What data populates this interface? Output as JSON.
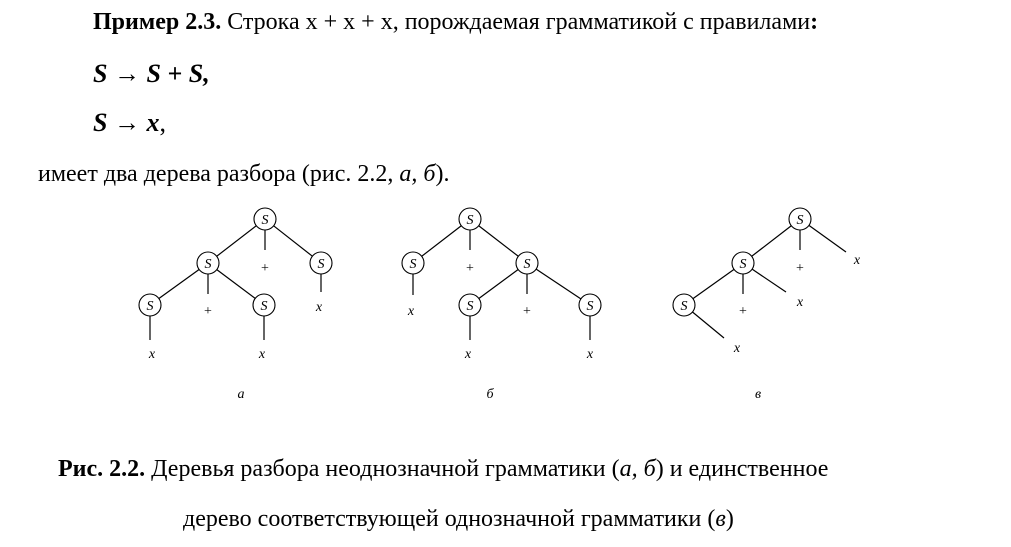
{
  "example": {
    "heading": "Пример 2.3.",
    "text": " Строка x + x + x, порождаемая грамматикой с правилами",
    "colon": ":"
  },
  "rules": [
    {
      "lhs": "S",
      "arrow": "→",
      "rhs": "S + S",
      "tail": ","
    },
    {
      "lhs": "S",
      "arrow": "→",
      "rhs": "x",
      "tail": ","
    }
  ],
  "after_text": {
    "pre": "имеет два дерева разбора (рис. 2.2, ",
    "refs": "а, б",
    "post": ")."
  },
  "trees": [
    {
      "caption": "а"
    },
    {
      "caption": "б"
    },
    {
      "caption": "в"
    }
  ],
  "symbols": {
    "node": "S",
    "leaf": "x",
    "plus": "+"
  },
  "figure_caption": {
    "bold": "Рис. 2.2.",
    "line1_text": " Деревья разбора неоднозначной грамматики (",
    "line1_refs": "а, б",
    "line1_end": ") и единственное",
    "line2_text": "дерево соответствующей однозначной грамматики (",
    "line2_ref": "в",
    "line2_end": ")"
  }
}
